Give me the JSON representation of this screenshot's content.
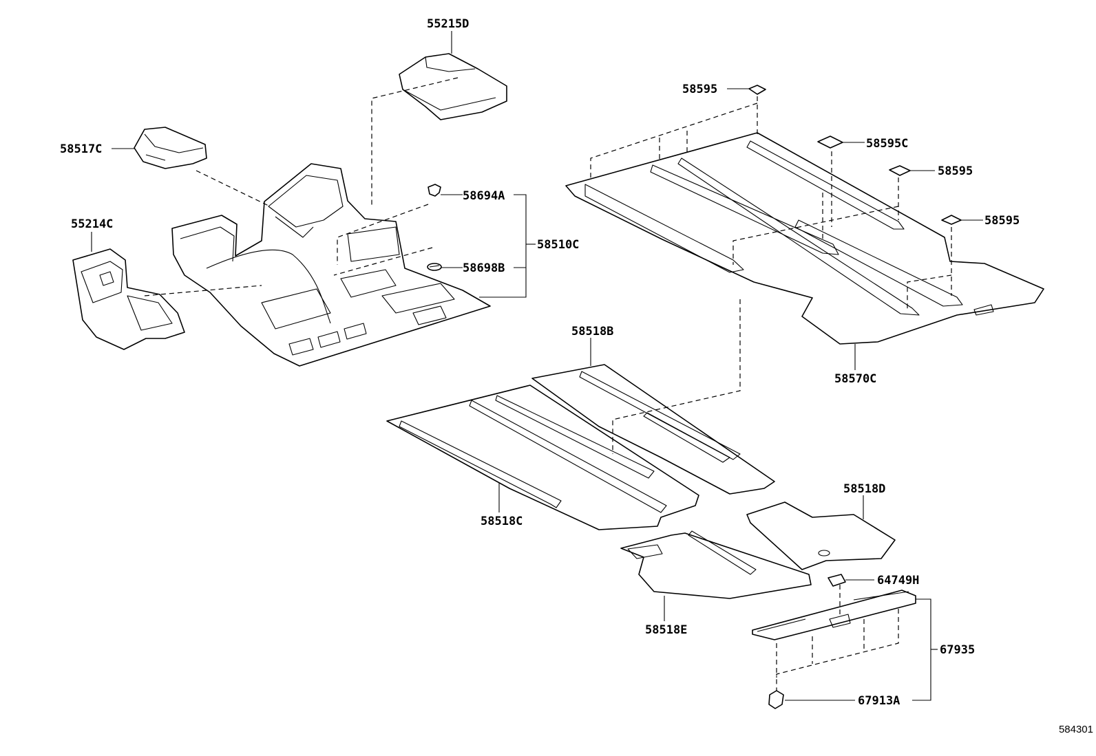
{
  "diagram": {
    "reference_code": "584301",
    "labels": {
      "p55215D": "55215D",
      "p58517C": "58517C",
      "p55214C": "55214C",
      "p58694A": "58694A",
      "p58698B": "58698B",
      "p58510C": "58510C",
      "p58595_top": "58595",
      "p58595C": "58595C",
      "p58595_mid": "58595",
      "p58595_right": "58595",
      "p58570C": "58570C",
      "p58518B": "58518B",
      "p58518C": "58518C",
      "p58518D": "58518D",
      "p58518E": "58518E",
      "p64749H": "64749H",
      "p67935": "67935",
      "p67913A": "67913A"
    }
  }
}
